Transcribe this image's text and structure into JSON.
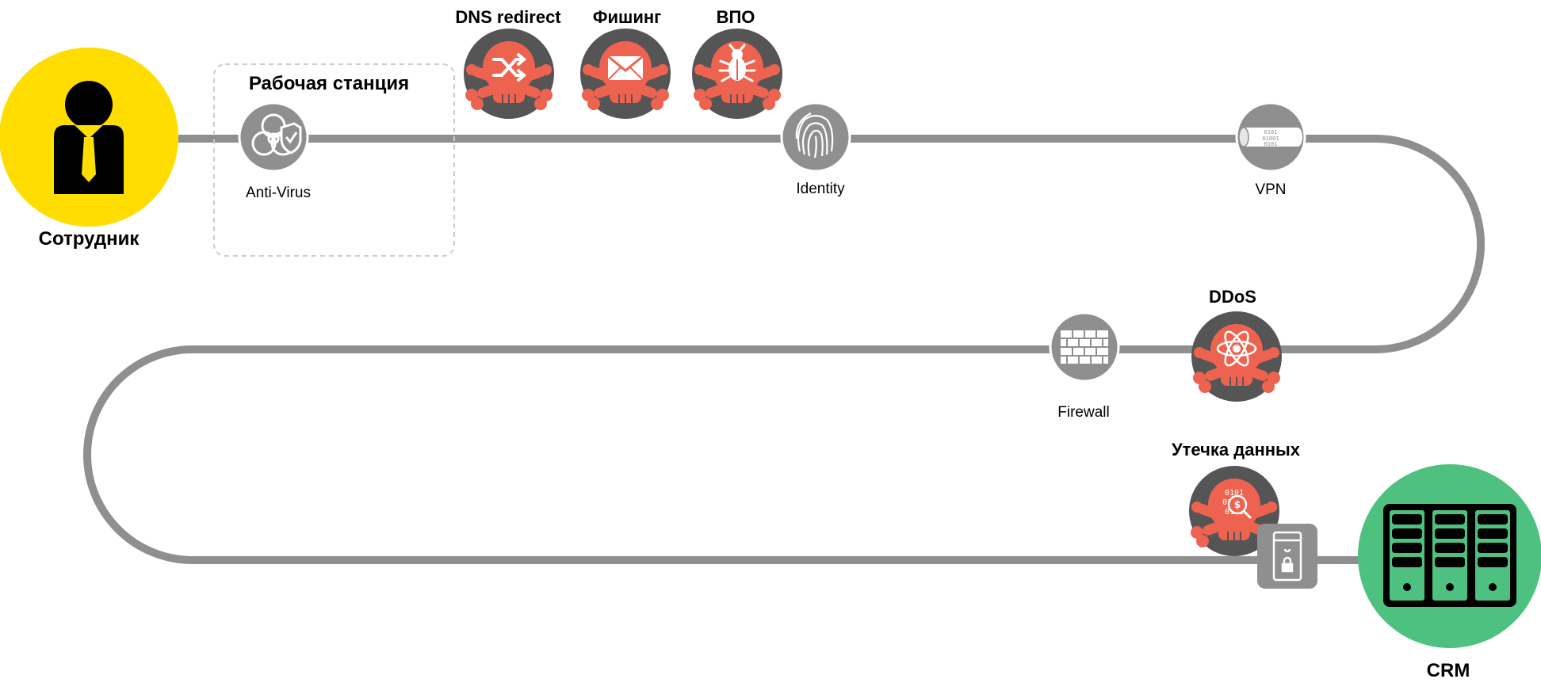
{
  "workstation": {
    "title": "Рабочая станция"
  },
  "employee": {
    "label": "Сотрудник",
    "color": "#FFDD00"
  },
  "crm": {
    "label": "CRM",
    "color": "#4EC07F"
  },
  "controls": {
    "antivirus": "Anti-Virus",
    "identity": "Identity",
    "vpn": "VPN",
    "firewall": "Firewall"
  },
  "threats": {
    "dns_redirect": "DNS redirect",
    "phishing": "Фишинг",
    "malware": "ВПО",
    "ddos": "DDoS",
    "data_leak": "Утечка данных"
  },
  "colors": {
    "path": "#8F8F8F",
    "control_node": "#8F8F8F",
    "threat_ring": "#555555",
    "threat_accent": "#EE6350",
    "dashed_box": "#CCCCCC"
  },
  "icons": {
    "employee": "person-with-tie-icon",
    "antivirus": "biohazard-shield-icon",
    "identity": "fingerprint-icon",
    "vpn": "binary-tunnel-icon",
    "firewall": "brick-wall-icon",
    "dns_redirect": "shuffle-arrows-icon",
    "phishing": "envelope-icon",
    "malware": "bug-icon",
    "ddos": "atom-icon",
    "data_leak": "binary-search-icon",
    "server_lock": "locked-server-icon",
    "crm": "server-rack-icon"
  }
}
